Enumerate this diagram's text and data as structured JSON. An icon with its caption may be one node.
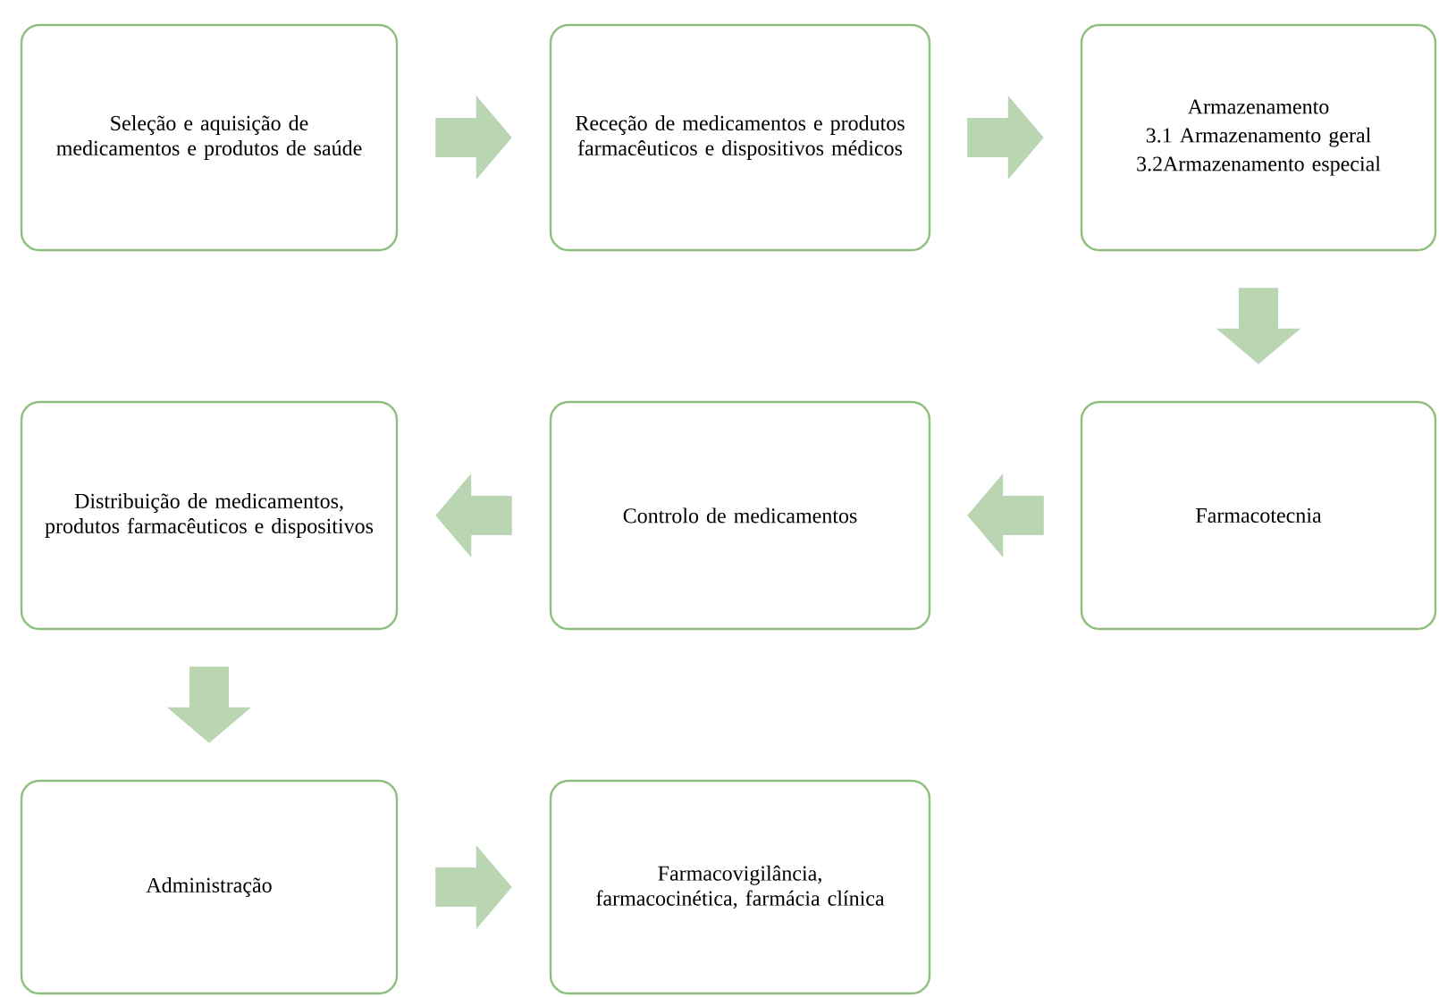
{
  "diagram": {
    "nodes": [
      {
        "text": [
          "Seleção e aquisição de medicamentos e produtos de saúde"
        ]
      },
      {
        "text": [
          "Receção de medicamentos e produtos farmacêuticos e dispositivos médicos"
        ]
      },
      {
        "text": [
          "Armazenamento",
          "3.1 Armazenamento geral",
          "3.2Armazenamento especial"
        ]
      },
      {
        "text": [
          "Farmacotecnia"
        ]
      },
      {
        "text": [
          "Controlo de medicamentos"
        ]
      },
      {
        "text": [
          "Distribuição de medicamentos, produtos farmacêuticos e dispositivos"
        ]
      },
      {
        "text": [
          "Administração"
        ]
      },
      {
        "text": [
          "Farmacovigilância, farmacocinética, farmácia clínica"
        ]
      }
    ],
    "edges": [
      {
        "from": 0,
        "to": 1,
        "arrow": "to"
      },
      {
        "from": 1,
        "to": 2,
        "arrow": "to"
      },
      {
        "from": 2,
        "to": 3,
        "arrow": "to"
      },
      {
        "from": 3,
        "to": 4,
        "arrow": "to"
      },
      {
        "from": 4,
        "to": 5,
        "arrow": "to"
      },
      {
        "from": 5,
        "to": 6,
        "arrow": "to"
      },
      {
        "from": 6,
        "to": 7,
        "arrow": "to"
      }
    ]
  }
}
